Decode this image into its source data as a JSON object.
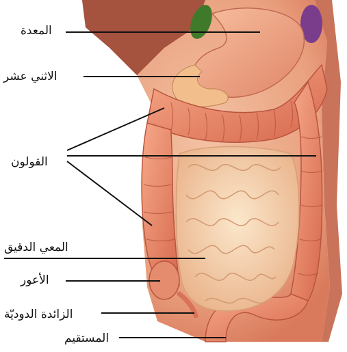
{
  "labels": {
    "stomach": "المعدة",
    "duodenum": "الاثني عشر",
    "colon": "القولون",
    "small_intestine": "المعي الدقيق",
    "cecum": "الأعور",
    "appendix": "الزائدة الدوديّة",
    "rectum": "المستقيم"
  },
  "colors": {
    "tissue_light": "#f7c9a6",
    "tissue": "#e98f70",
    "tissue_dark": "#c85a43",
    "small_intestine": "#f6d8b3",
    "gallbladder": "#3f7a2a",
    "spleen": "#7a3d8c",
    "leader_line": "#111111"
  }
}
